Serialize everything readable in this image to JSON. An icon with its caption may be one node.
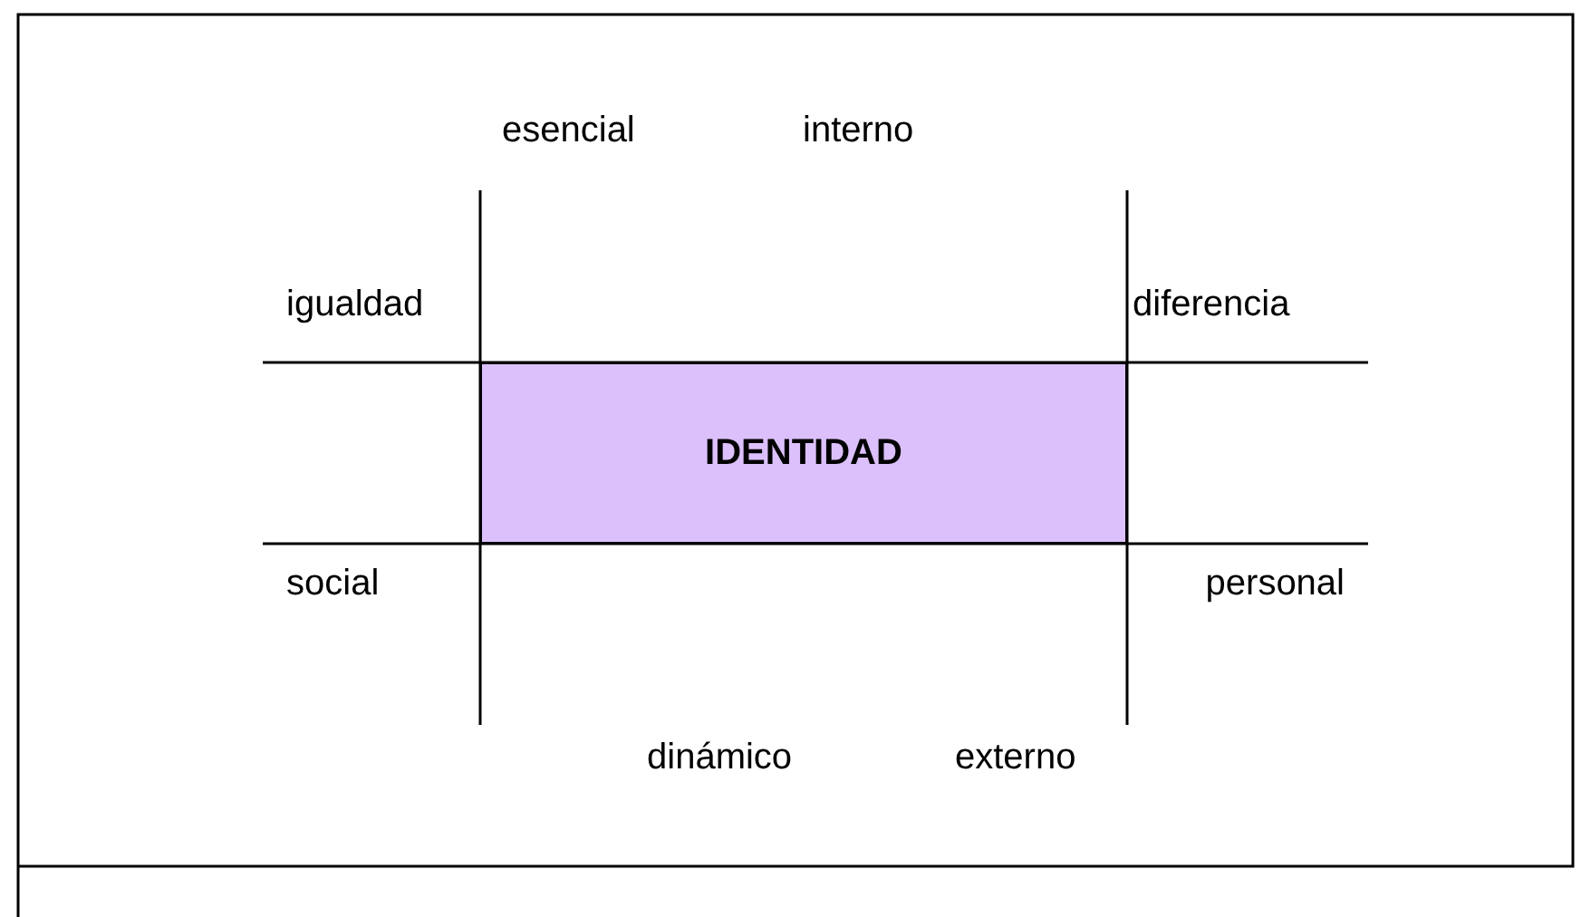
{
  "diagram": {
    "nodes": [
      {
        "text": [
          "IDENTIDAD"
        ]
      }
    ],
    "labels": [
      "esencial",
      "interno",
      "igualdad",
      "diferencia",
      "social",
      "personal",
      "dinámico",
      "externo"
    ]
  }
}
